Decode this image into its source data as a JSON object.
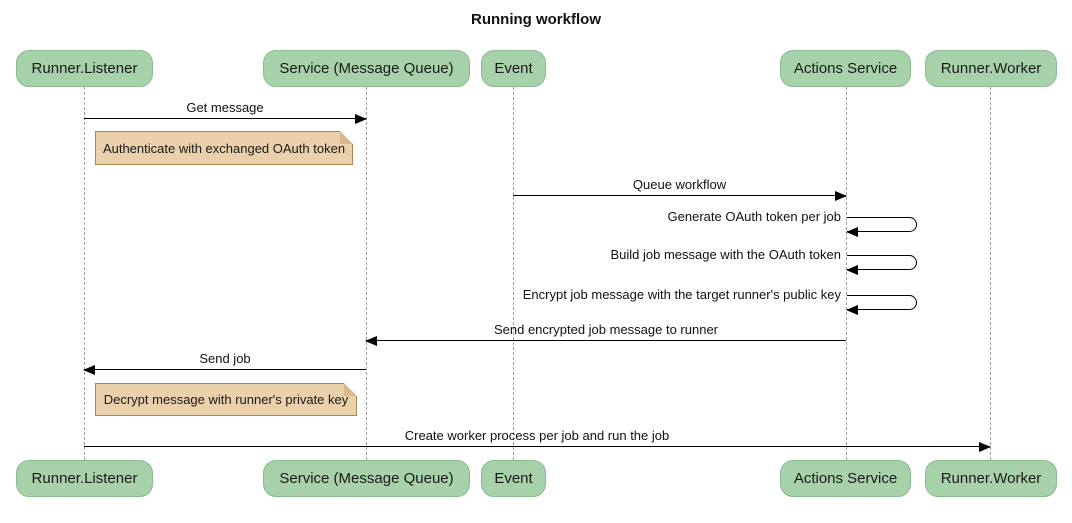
{
  "title": "Running workflow",
  "diagram_type": "sequence-diagram",
  "colors": {
    "background": "#ffffff",
    "actor_fill": "#a6d1a9",
    "actor_border": "#8abb92",
    "note_fill": "#ead0ab",
    "note_border": "#aa8757",
    "note_fold": "#d8b88e",
    "lifeline": "#9e9e9e",
    "arrow": "#000000",
    "text": "#1a1a1a"
  },
  "participants": [
    {
      "id": "runner-listener",
      "label": "Runner.Listener"
    },
    {
      "id": "service-mq",
      "label": "Service (Message Queue)"
    },
    {
      "id": "event",
      "label": "Event"
    },
    {
      "id": "actions-service",
      "label": "Actions Service"
    },
    {
      "id": "runner-worker",
      "label": "Runner.Worker"
    }
  ],
  "messages": [
    {
      "type": "arrow",
      "from": "runner-listener",
      "to": "service-mq",
      "label": "Get message"
    },
    {
      "type": "note",
      "over": "runner-listener",
      "label": "Authenticate with exchanged OAuth token"
    },
    {
      "type": "arrow",
      "from": "event",
      "to": "actions-service",
      "label": "Queue workflow"
    },
    {
      "type": "self",
      "on": "actions-service",
      "label": "Generate OAuth token per job"
    },
    {
      "type": "self",
      "on": "actions-service",
      "label": "Build job message with the OAuth token"
    },
    {
      "type": "self",
      "on": "actions-service",
      "label": "Encrypt job message with the target runner's public key"
    },
    {
      "type": "arrow",
      "from": "actions-service",
      "to": "service-mq",
      "label": "Send encrypted job message to runner"
    },
    {
      "type": "arrow",
      "from": "service-mq",
      "to": "runner-listener",
      "label": "Send job"
    },
    {
      "type": "note",
      "over": "runner-listener",
      "label": "Decrypt message with runner's private key"
    },
    {
      "type": "arrow",
      "from": "runner-listener",
      "to": "runner-worker",
      "label": "Create worker process per job and run the job"
    }
  ]
}
